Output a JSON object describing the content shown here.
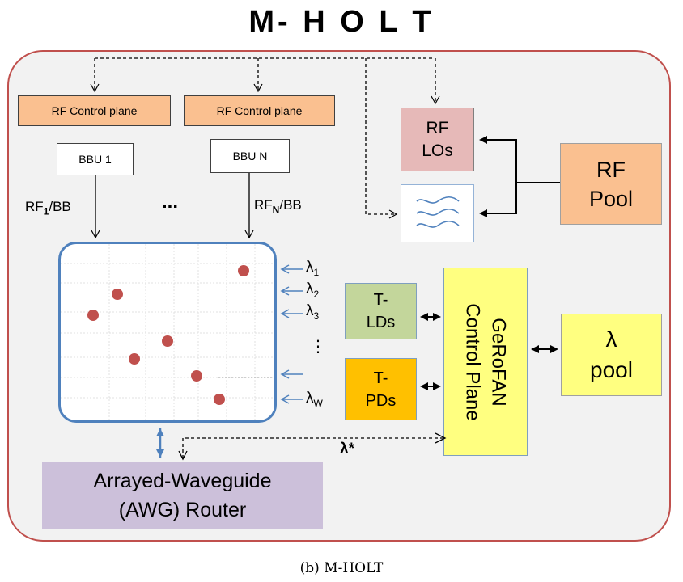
{
  "title": "M- H O L T",
  "rf_control_planes": [
    "RF Control plane",
    "RF Control plane"
  ],
  "bbus": [
    "BBU 1",
    "BBU N"
  ],
  "rf_labels": {
    "rf1_main": "RF",
    "rf1_sub": "1",
    "rf1_tail": "/BB",
    "rfn_main": "RF",
    "rfn_sub": "N",
    "rfn_tail": "/BB",
    "ellipsis": "..."
  },
  "rf_los": {
    "line1": "RF",
    "line2": "LOs"
  },
  "rf_pool": {
    "line1": "RF",
    "line2": "Pool"
  },
  "wavelengths": [
    {
      "symbol": "λ",
      "sub": "1"
    },
    {
      "symbol": "λ",
      "sub": "2"
    },
    {
      "symbol": "λ",
      "sub": "3"
    },
    {
      "symbol": "⋮",
      "sub": ""
    },
    {
      "symbol": "λ",
      "sub": "W"
    }
  ],
  "t_lds": {
    "line1": "T-",
    "line2": "LDs"
  },
  "t_pds": {
    "line1": "T-",
    "line2": "PDs"
  },
  "gerofan": {
    "line1": "GeRoFAN",
    "line2": "Control Plane"
  },
  "lambda_pool": {
    "line1": "λ",
    "line2": "pool"
  },
  "lambda_star": "λ*",
  "awg": {
    "line1": "Arrayed-Waveguide",
    "line2": "(AWG)  Router"
  },
  "caption": "(b) M-HOLT",
  "colors": {
    "frame": "#c0504d",
    "frame_fill": "#f2f2f2",
    "rf_control": "#fac090",
    "rf_los": "#e6b9b8",
    "t_lds": "#c3d69b",
    "t_pds": "#ffc000",
    "gerofan": "#ffff80",
    "awg": "#ccc0da",
    "matrix_border": "#4f81bd",
    "dot": "#c0504d"
  }
}
